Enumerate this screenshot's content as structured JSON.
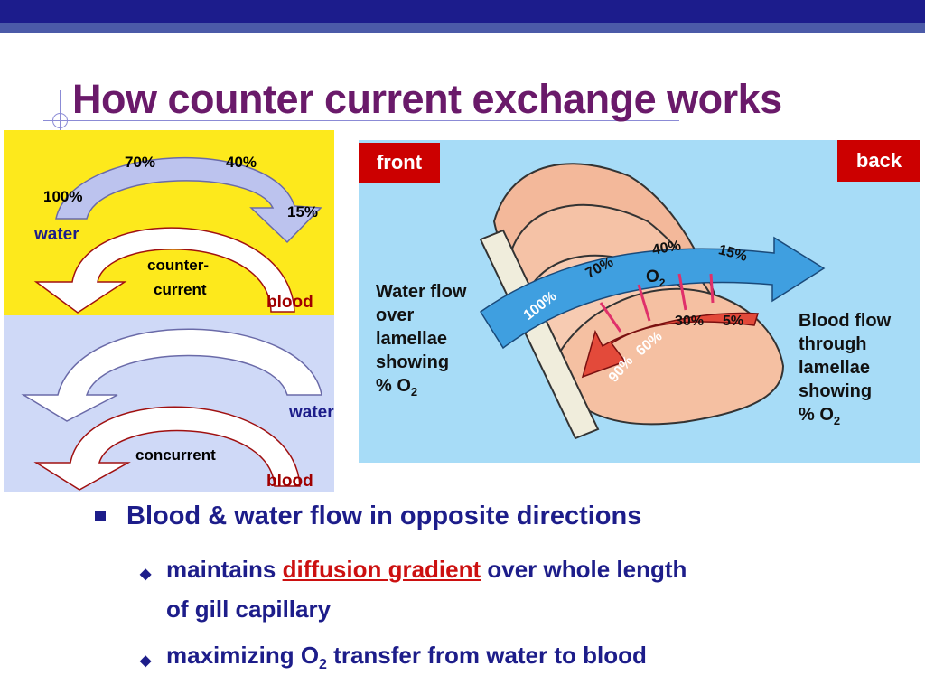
{
  "title": "How counter current exchange works",
  "left_diagram": {
    "counter": {
      "pct_70": "70%",
      "pct_40": "40%",
      "pct_100": "100%",
      "pct_15": "15%",
      "water": "water",
      "label_line1": "counter-",
      "label_line2": "current",
      "blood": "blood"
    },
    "concurrent": {
      "water": "water",
      "label": "concurrent",
      "blood": "blood"
    }
  },
  "gill_diagram": {
    "front": "front",
    "back": "back",
    "water_flow": [
      "Water flow",
      "over",
      "lamellae",
      "showing",
      "% O"
    ],
    "water_sub": "2",
    "blood_flow": [
      "Blood flow",
      "through",
      "lamellae",
      "showing",
      "% O"
    ],
    "blood_sub": "2",
    "o2": "O",
    "o2_sub": "2",
    "water_pcts": [
      "100%",
      "70%",
      "40%",
      "15%"
    ],
    "blood_pcts": [
      "90%",
      "60%",
      "30%",
      "5%"
    ]
  },
  "bullets": {
    "main": "Blood & water flow in opposite directions",
    "sub1_pre": "maintains ",
    "sub1_hl": "diffusion gradient",
    "sub1_post": " over whole length",
    "sub1_line2": "of gill capillary",
    "sub2_pre": "maximizing O",
    "sub2_sub": "2",
    "sub2_post": " transfer from water to blood"
  },
  "colors": {
    "title": "#6a1a6a",
    "bullet_text": "#1d1d8a",
    "highlight": "#cc1010",
    "tag_bg": "#cc0000",
    "panel_yellow": "#fde91c",
    "panel_blue": "#cfd9f7",
    "gill_bg": "#a7dcf7"
  }
}
